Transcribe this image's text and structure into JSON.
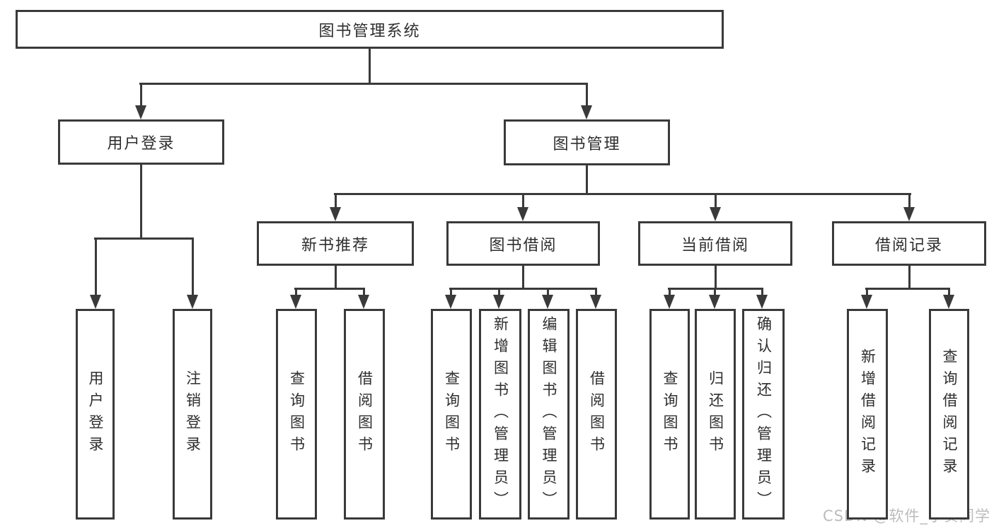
{
  "diagram_title": "图书管理系统",
  "watermark": {
    "text": "CSDN @软件_小贺同学"
  },
  "colors": {
    "line": "#3a3a3a",
    "box_border": "#3a3a3a",
    "text": "#2e2e2e",
    "watermark": "#bcbcbc",
    "background": "#ffffff"
  },
  "nodes": [
    {
      "id": "root",
      "label": "图书管理系统",
      "parent": null,
      "orientation": "h"
    },
    {
      "id": "user-login",
      "label": "用户登录",
      "parent": "root",
      "orientation": "h"
    },
    {
      "id": "book-mgmt",
      "label": "图书管理",
      "parent": "root",
      "orientation": "h"
    },
    {
      "id": "new-book-rec",
      "label": "新书推荐",
      "parent": "book-mgmt",
      "orientation": "h"
    },
    {
      "id": "book-borrow",
      "label": "图书借阅",
      "parent": "book-mgmt",
      "orientation": "h"
    },
    {
      "id": "current-borrow",
      "label": "当前借阅",
      "parent": "book-mgmt",
      "orientation": "h"
    },
    {
      "id": "borrow-records",
      "label": "借阅记录",
      "parent": "book-mgmt",
      "orientation": "h"
    },
    {
      "id": "leaf-user-login",
      "label": "用户登录",
      "parent": "user-login",
      "orientation": "v"
    },
    {
      "id": "leaf-logout",
      "label": "注销登录",
      "parent": "user-login",
      "orientation": "v"
    },
    {
      "id": "leaf-nbr-query",
      "label": "查询图书",
      "parent": "new-book-rec",
      "orientation": "v"
    },
    {
      "id": "leaf-nbr-borrow",
      "label": "借阅图书",
      "parent": "new-book-rec",
      "orientation": "v"
    },
    {
      "id": "leaf-bb-query",
      "label": "查询图书",
      "parent": "book-borrow",
      "orientation": "v"
    },
    {
      "id": "leaf-bb-add",
      "label": "新增图书（管理员）",
      "parent": "book-borrow",
      "orientation": "v"
    },
    {
      "id": "leaf-bb-edit",
      "label": "编辑图书（管理员）",
      "parent": "book-borrow",
      "orientation": "v"
    },
    {
      "id": "leaf-bb-borrow",
      "label": "借阅图书",
      "parent": "book-borrow",
      "orientation": "v"
    },
    {
      "id": "leaf-cb-query",
      "label": "查询图书",
      "parent": "current-borrow",
      "orientation": "v"
    },
    {
      "id": "leaf-cb-return",
      "label": "归还图书",
      "parent": "current-borrow",
      "orientation": "v"
    },
    {
      "id": "leaf-cb-confirm",
      "label": "确认归还（管理员）",
      "parent": "current-borrow",
      "orientation": "v"
    },
    {
      "id": "leaf-br-add",
      "label": "新增借阅记录",
      "parent": "borrow-records",
      "orientation": "v"
    },
    {
      "id": "leaf-br-query",
      "label": "查询借阅记录",
      "parent": "borrow-records",
      "orientation": "v"
    }
  ]
}
